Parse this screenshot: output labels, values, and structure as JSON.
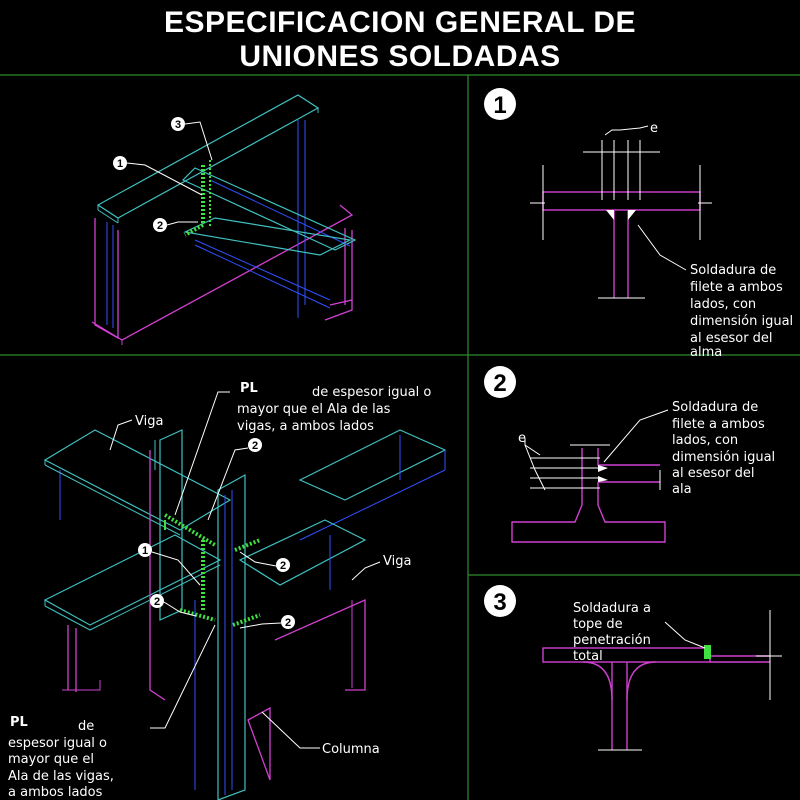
{
  "title": {
    "line1": "ESPECIFICACION GENERAL DE",
    "line2": "UNIONES SOLDADAS"
  },
  "colors": {
    "background": "#000000",
    "frame": "#2e8b2e",
    "flange": "#d040d0",
    "beam_top": "#40c0c0",
    "web": "#3050ff",
    "weld": "#40e040",
    "text": "#ffffff"
  },
  "detail1": {
    "number": "1",
    "e_label": "e",
    "note": [
      "Soldadura de",
      "filete a ambos",
      "lados,  con",
      "dimensión igual",
      "al esesor del",
      "alma"
    ]
  },
  "detail2": {
    "number": "2",
    "e_label": "e",
    "note": [
      "Soldadura de",
      "filete a ambos",
      "lados,  con",
      "dimensión igual",
      "al esesor del",
      "ala"
    ]
  },
  "detail3": {
    "number": "3",
    "note": [
      "Soldadura a",
      "tope de",
      "penetración",
      "total"
    ]
  },
  "iso1": {
    "callouts": [
      "3",
      "1",
      "2"
    ]
  },
  "iso2": {
    "pl_note1": [
      "de espesor igual o",
      "mayor que el Ala de las",
      "vigas,  a ambos lados"
    ],
    "pl_note2": [
      "de",
      "espesor igual o",
      "mayor que el",
      "Ala de las vigas,",
      "a ambos lados"
    ],
    "pl_symbol": "PL",
    "viga_left": "Viga",
    "viga_right": "Viga",
    "columna": "Columna",
    "callouts": [
      "2",
      "1",
      "2",
      "2",
      "2"
    ]
  }
}
